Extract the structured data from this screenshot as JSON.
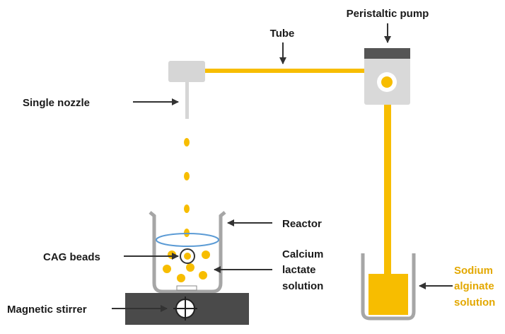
{
  "labels": {
    "peristaltic_pump": "Peristaltic pump",
    "tube": "Tube",
    "single_nozzle": "Single nozzle",
    "reactor": "Reactor",
    "cag_beads": "CAG beads",
    "calcium_lactate_line1": "Calcium",
    "calcium_lactate_line2": "lactate",
    "calcium_lactate_line3": "solution",
    "magnetic_stirrer": "Magnetic stirrer",
    "sodium_alginate_line1": "Sodium",
    "sodium_alginate_line2": "alginate",
    "sodium_alginate_line3": "solution"
  },
  "colors": {
    "alginate_yellow": "#f7bd00",
    "accent_text": "#e3a800",
    "device_gray": "#d6d6d6",
    "pump_top": "#555555",
    "stirrer_gray": "#4a4a4a",
    "beaker_outline": "#a6a6a6",
    "liquid_ring": "#5b9bd5",
    "arrow": "#333333"
  }
}
